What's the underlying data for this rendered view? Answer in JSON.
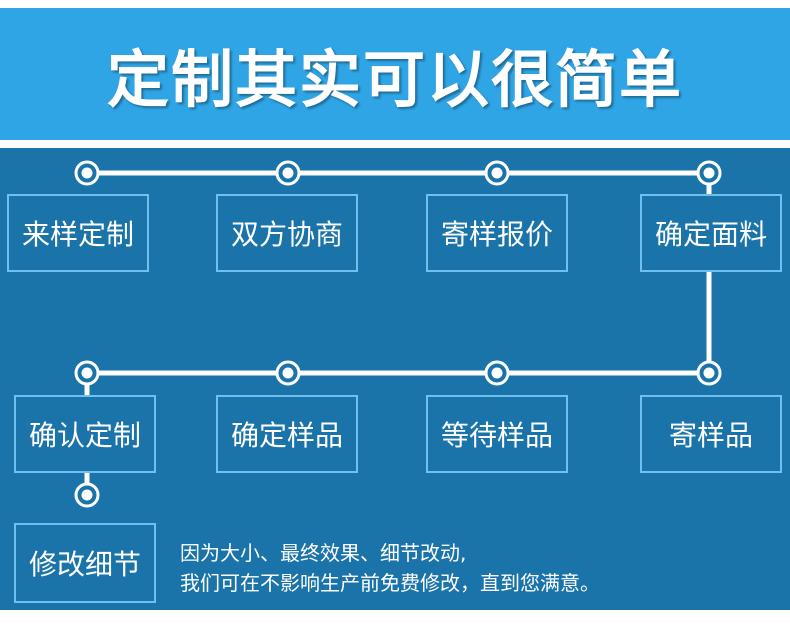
{
  "header": {
    "title": "定制其实可以很简单"
  },
  "steps": [
    "来样定制",
    "双方协商",
    "寄样报价",
    "确定面料",
    "寄样品",
    "等待样品",
    "确定样品",
    "确认定制",
    "修改细节"
  ],
  "note": {
    "line1": "因为大小、最终效果、细节改动,",
    "line2": "我们可在不影响生产前免费修改，直到您满意。"
  },
  "colors": {
    "header_bg": "#2fa5e6",
    "main_bg": "#1a73a9",
    "line": "#ffffff",
    "box_border": "#6ec0f0"
  }
}
